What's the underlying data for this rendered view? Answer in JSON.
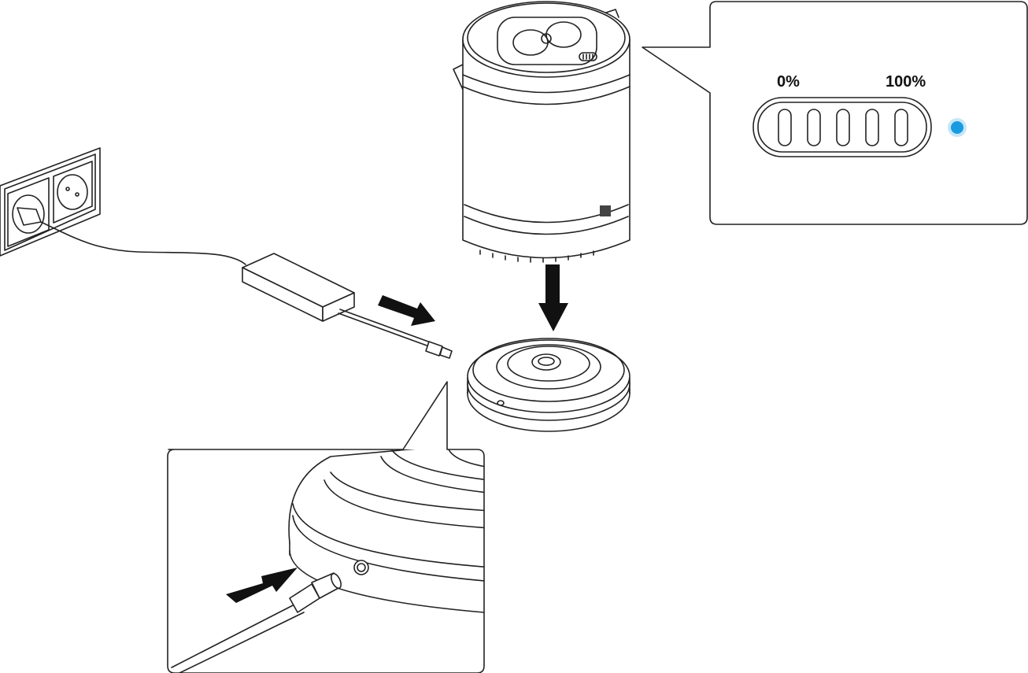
{
  "battery_callout": {
    "label_min": "0%",
    "label_max": "100%",
    "segments_total": 5,
    "indicator_color": "#1a9be0"
  },
  "colors": {
    "line": "#222222",
    "arrow": "#111111",
    "background": "#ffffff"
  },
  "icons": {
    "wall_socket": "wall-socket-icon",
    "power_adapter": "power-adapter-icon",
    "charging_base": "charging-base-icon",
    "speaker": "speaker-icon",
    "dc_plug": "dc-plug-icon"
  }
}
